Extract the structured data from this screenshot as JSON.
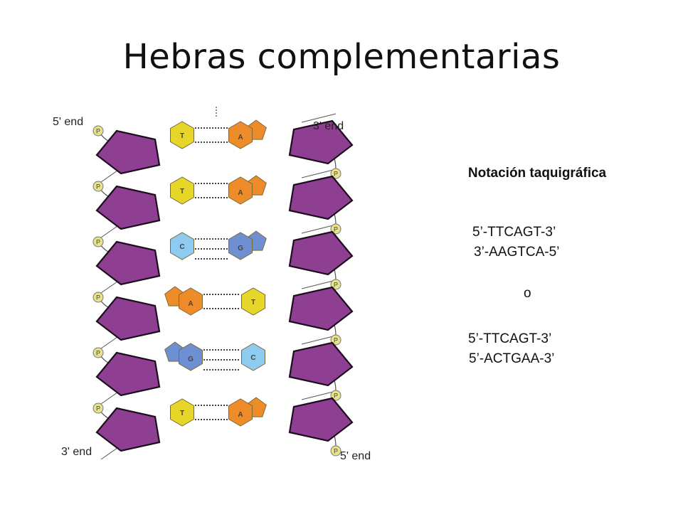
{
  "title": "Hebras complementarias",
  "diagram": {
    "end_labels": {
      "top_left": "5' end",
      "top_right": "3' end",
      "bottom_left": "3' end",
      "bottom_right": "5' end"
    },
    "phosphate_label": "P",
    "colors": {
      "sugar": "#8e3f92",
      "T": "#e6d62a",
      "A": "#ef8c2a",
      "C": "#8ecbf0",
      "G": "#6f8fd3",
      "phosphate": "#e8e28a",
      "backbone": "#555555"
    },
    "pairs": [
      {
        "left": "T",
        "right": "A"
      },
      {
        "left": "T",
        "right": "A"
      },
      {
        "left": "C",
        "right": "G"
      },
      {
        "left": "A",
        "right": "T"
      },
      {
        "left": "G",
        "right": "C"
      },
      {
        "left": "T",
        "right": "A"
      }
    ]
  },
  "notation": {
    "heading": "Notación taquigráfica",
    "pair1_top": "5’-TTCAGT-3’",
    "pair1_bottom": "3’-AAGTCA-5’",
    "separator": "o",
    "pair2_top": "5’-TTCAGT-3’",
    "pair2_bottom": "5’-ACTGAA-3’"
  }
}
